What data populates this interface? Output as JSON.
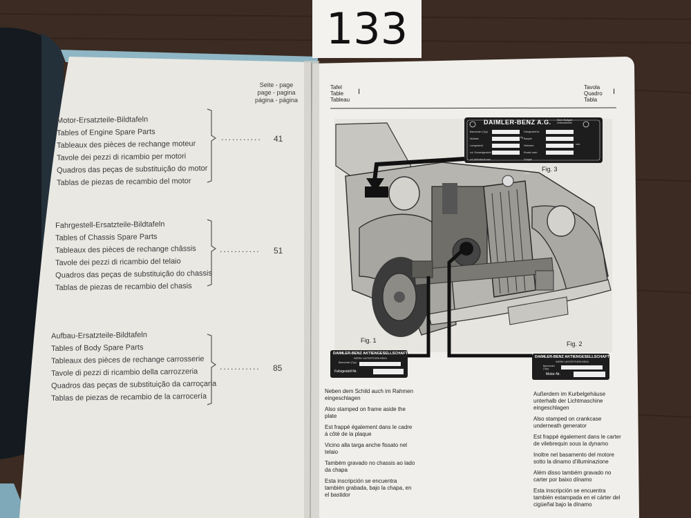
{
  "tag_number": "133",
  "left_page": {
    "header_lines": [
      "Seite - page",
      "page - pagina",
      "página - página"
    ],
    "sections": [
      {
        "entries": [
          "Motor-Ersatzteile-Bildtafeln",
          "Tables of Engine Spare Parts",
          "Tableaux des pièces de rechange moteur",
          "Tavole dei pezzi di ricambio per motori",
          "Quadros das peças de substituição do motor",
          "Tablas de piezas de recambio del motor"
        ],
        "dots": "...........",
        "page": "41"
      },
      {
        "entries": [
          "Fahrgestell-Ersatzteile-Bildtafeln",
          "Tables of Chassis Spare Parts",
          "Tableaux des pièces de rechange châssis",
          "Tavole dei pezzi di ricambio del telaio",
          "Quadros das peças de substituição do chassis",
          "Tablas de piezas de recambio del chasis"
        ],
        "dots": "...........",
        "page": "51"
      },
      {
        "entries": [
          "Aufbau-Ersatzteile-Bildtafeln",
          "Tables of Body Spare Parts",
          "Tableaux des pièces de rechange carrosserie",
          "Tavole di pezzi di ricambio della carrozzeria",
          "Quadros das peças de substituição da carroçaria",
          "Tablas de piezas de recambio de la carrocería"
        ],
        "dots": "...........",
        "page": "85"
      }
    ]
  },
  "right_page": {
    "header_left": [
      "Tafel",
      "Table",
      "Tableau"
    ],
    "header_left_num": "I",
    "header_right": [
      "Tavola",
      "Quadro",
      "Tabla"
    ],
    "header_right_num": "I",
    "fig1_label": "Fig. 1",
    "fig2_label": "Fig. 2",
    "fig3_label": "Fig. 3",
    "plate3": {
      "title": "DAIMLER-BENZ A.G.",
      "subtitle": "Werk Stuttgart Untertürkheim",
      "fields_left": [
        "Baumuster (Typ)",
        "Nutzlast",
        "Leergewicht",
        "zul. Gesamtgewicht",
        "zul. Achsdruck vorn"
      ],
      "fields_right": [
        "Fahrgestell-Nr.",
        "Baujahr",
        "Hubraum",
        "Ersatzt nach Gruppe",
        "zul. Achsdruck hinten"
      ],
      "unit_kg": "kg",
      "unit_ccm": "ccm"
    },
    "plate1": {
      "title": "DAIMLER-BENZ AKTIENGESELLSCHAFT",
      "subtitle": "WERK UNTERTÜRKHEIM",
      "field_top": "Baumuster (Typ)",
      "field_main": "Fahrgestell-Nr."
    },
    "plate2": {
      "title": "DAIMLER-BENZ AKTIENGESELLSCHAFT",
      "subtitle": "WERK UNTERTÜRKHEIM",
      "field_top": "Baumuster (Typ)",
      "field_main": "Motor-Nr."
    },
    "left_col": [
      "Neben dem Schild auch im Rahmen eingeschlagen",
      "Also stamped on frame aside the plate",
      "Est frappé également dans le cadre à côté de la plaque",
      "Vicino alla targa anche fissato nel telaio",
      "Também gravado no chassis ao lado da chapa",
      "Esta inscripción se encuentra también grabada, bajo la chapa, en el bastidor"
    ],
    "right_col": [
      "Außerdem im Kurbelgehäuse unterhalb der Lichtmaschine eingeschlagen",
      "Also stamped on crankcase underneath generator",
      "Est frappé également dans le carter de vilebrequin sous la dynamo",
      "Inoltre nel basamento del motore sotto la dinamo d'illuminazione",
      "Além disso também gravado no carter por baixo dínamo",
      "Esta inscripción se encuentra también estampada en el cárter del cigüeñal bajo la dínamo"
    ]
  }
}
